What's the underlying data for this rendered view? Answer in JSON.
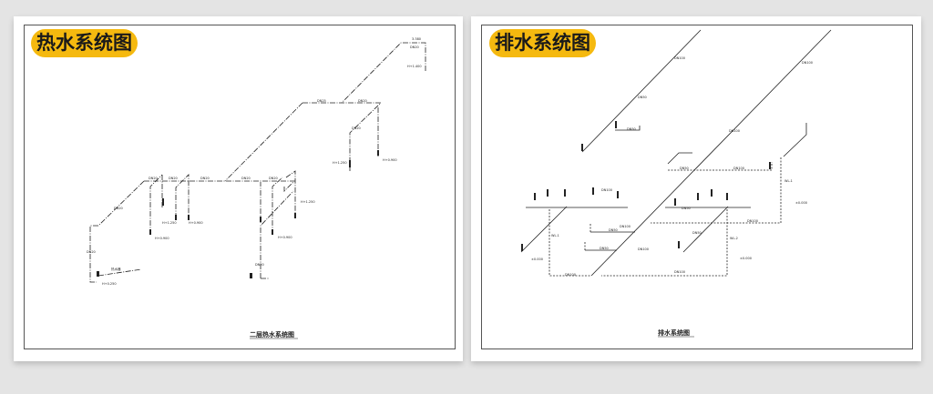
{
  "panels": [
    {
      "badge": "热水系统图",
      "drawing_title": "二层热水系统图",
      "labels": [
        "3.380",
        "DN20",
        "H+1.400",
        "DN25",
        "DN20",
        "DN20",
        "H+1.250",
        "H+0.900",
        "DN20",
        "DN20",
        "DN20",
        "DN20",
        "DN20",
        "DN20",
        "H+1.250",
        "H+0.900",
        "H+0.900",
        "DN20",
        "H+1.250",
        "H+0.900",
        "热水器",
        "H+0.250",
        "DN20"
      ]
    },
    {
      "badge": "排水系统图",
      "drawing_title": "排水系统图",
      "labels": [
        "DN100",
        "DN100",
        "DN50",
        "DN50",
        "DN100",
        "DN100",
        "DN50",
        "WL-1",
        "±0.000",
        "DN100",
        "DN50",
        "DN50",
        "WL-2",
        "±0.000",
        "DN50",
        "DN50",
        "DN100",
        "DN100",
        "WL-1",
        "±0.000",
        "DN100",
        "DN100",
        "DN100"
      ]
    }
  ],
  "colors": {
    "accent": "#f5b90f",
    "background": "#e4e4e4"
  }
}
